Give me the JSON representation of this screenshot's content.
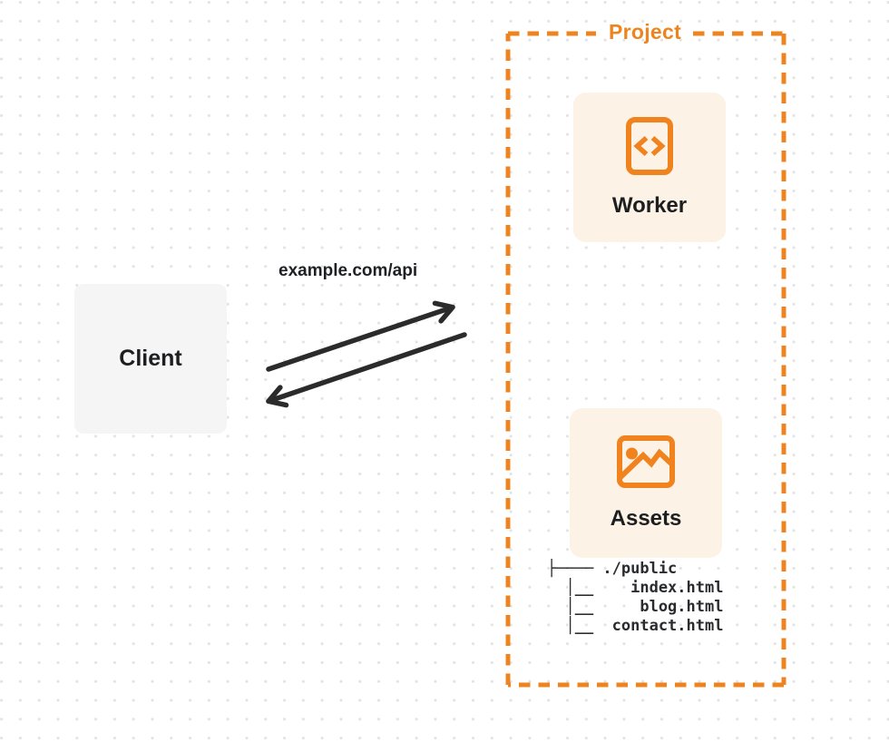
{
  "diagram_title": "Client to Project routing diagram",
  "client": {
    "label": "Client"
  },
  "request": {
    "label": "example.com/api"
  },
  "project": {
    "label": "Project",
    "worker": {
      "label": "Worker",
      "icon": "code-file-icon"
    },
    "assets": {
      "label": "Assets",
      "icon": "image-icon"
    },
    "file_tree": {
      "root": "./public",
      "files": [
        "index.html",
        "blog.html",
        "contact.html"
      ],
      "lines": [
        "├──── ./public",
        "  │__    index.html",
        "  │__     blog.html",
        "  │__  contact.html"
      ]
    }
  },
  "colors": {
    "accent_orange": "#ee8420",
    "card_background": "#fcf2e5",
    "client_background": "#f5f5f5",
    "arrow_dark": "#2b2b2b",
    "text_dark": "#1d1e20",
    "dot_grid": "#e3e3e3"
  }
}
